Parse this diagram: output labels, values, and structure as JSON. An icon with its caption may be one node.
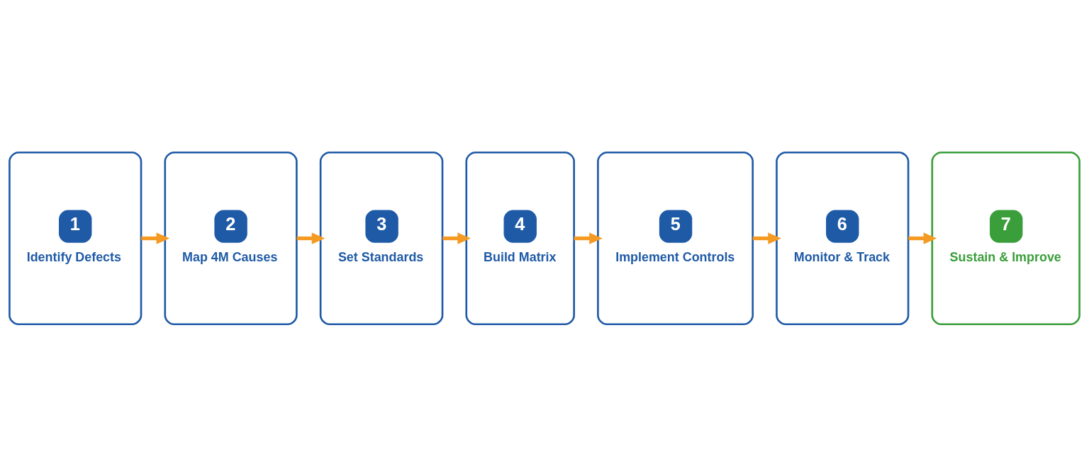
{
  "diagram": {
    "nodes": [
      {
        "text": [
          "1",
          "Identify Defects"
        ]
      },
      {
        "text": [
          "2",
          "Map 4M Causes"
        ]
      },
      {
        "text": [
          "3",
          "Set Standards"
        ]
      },
      {
        "text": [
          "4",
          "Build Matrix"
        ]
      },
      {
        "text": [
          "5",
          "Implement Controls"
        ]
      },
      {
        "text": [
          "6",
          "Monitor & Track"
        ]
      },
      {
        "text": [
          "7",
          "Sustain & Improve"
        ]
      }
    ],
    "edges": [
      {
        "from": 0,
        "to": 1,
        "arrow": "to"
      },
      {
        "from": 1,
        "to": 2,
        "arrow": "to"
      },
      {
        "from": 2,
        "to": 3,
        "arrow": "to"
      },
      {
        "from": 3,
        "to": 4,
        "arrow": "to"
      },
      {
        "from": 4,
        "to": 5,
        "arrow": "to"
      },
      {
        "from": 5,
        "to": 6,
        "arrow": "to"
      }
    ]
  }
}
